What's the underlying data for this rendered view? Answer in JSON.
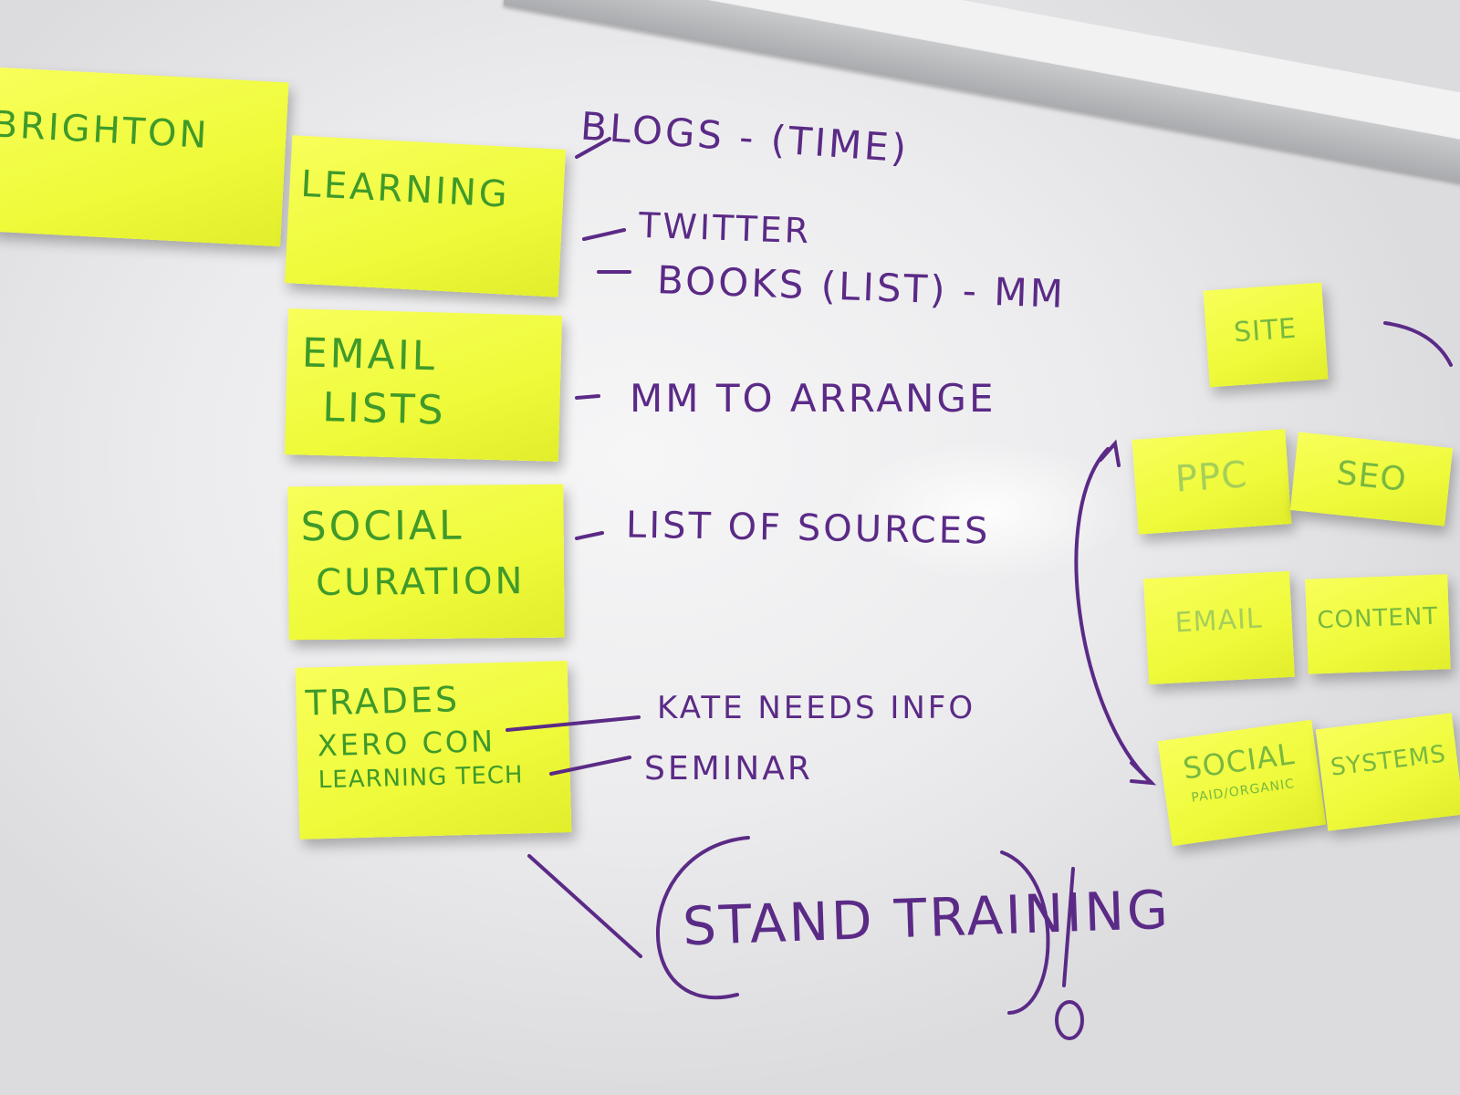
{
  "notes": {
    "brighton": "BRIGHTON",
    "learning": "LEARNING",
    "email_lists_line1": "EMAIL",
    "email_lists_line2": "LISTS",
    "social_curation_line1": "SOCIAL",
    "social_curation_line2": "CURATION",
    "trades_line1": "TRADES",
    "trades_line2": "XERO CON",
    "trades_line3": "LEARNING TECH"
  },
  "right_notes": {
    "site": "SITE",
    "ppc": "PPC",
    "seo": "SEO",
    "email": "EMAIL",
    "content": "CONTENT",
    "social": "SOCIAL",
    "social_sub": "PAID/ORGANIC",
    "systems": "SYSTEMS"
  },
  "handwriting": {
    "blogs": "BLOGS - (TIME)",
    "twitter": "TWITTER",
    "books": "BOOKS (LIST) - MM",
    "mm_arrange": "MM TO ARRANGE",
    "list_sources": "LIST OF SOURCES",
    "kate": "KATE NEEDS INFO",
    "seminar": "SEMINAR",
    "stand": "STAND TRAINING"
  },
  "colors": {
    "sticky": "#f1fb3f",
    "green_ink": "#3f9a2a",
    "purple_ink": "#5b2a86",
    "board": "#ececee"
  }
}
